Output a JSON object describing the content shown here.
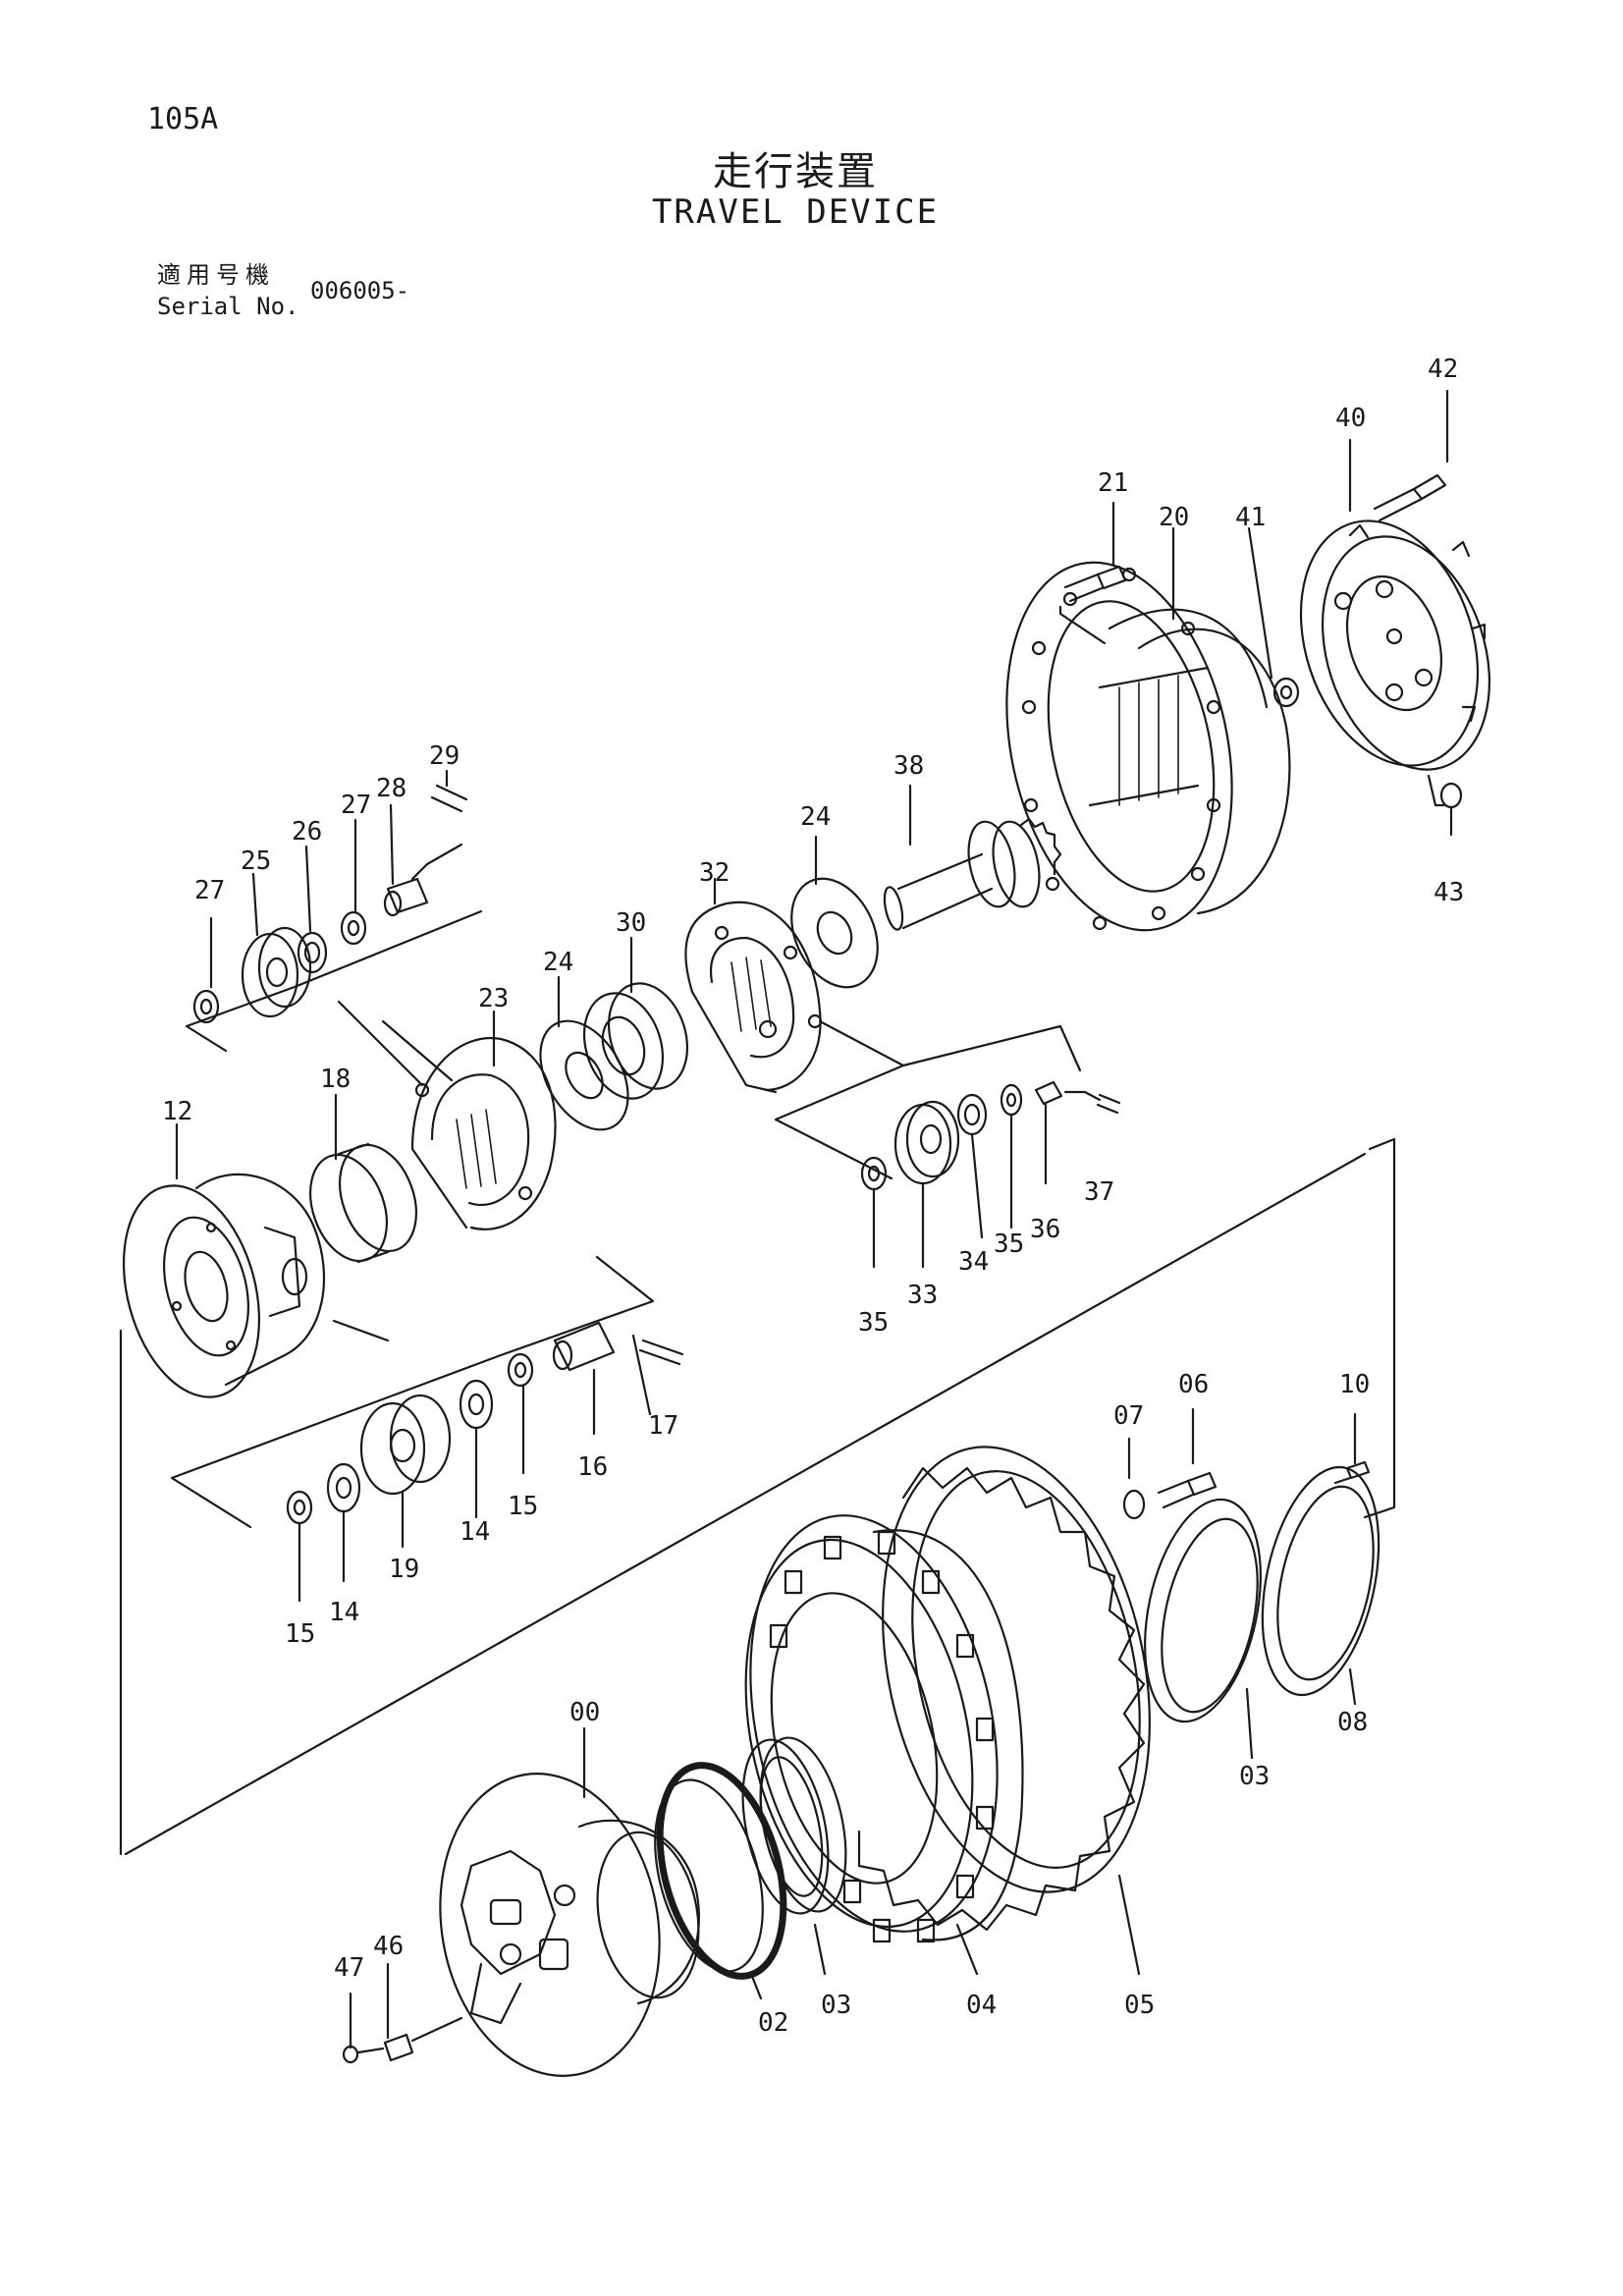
{
  "header": {
    "page_code": "105A",
    "title_jp": "走行装置",
    "title_en": "TRAVEL DEVICE",
    "serial_label_jp": "適用号機",
    "serial_label_en": "Serial No.",
    "serial_value": "006005-"
  },
  "callouts": [
    "42",
    "40",
    "21",
    "20",
    "41",
    "43",
    "29",
    "28",
    "27",
    "26",
    "25",
    "27",
    "38",
    "24",
    "32",
    "30",
    "24",
    "23",
    "18",
    "12",
    "37",
    "36",
    "35",
    "34",
    "33",
    "35",
    "17",
    "16",
    "15",
    "14",
    "19",
    "15",
    "14",
    "06",
    "07",
    "10",
    "08",
    "03",
    "00",
    "47",
    "46",
    "02",
    "03",
    "04",
    "05"
  ]
}
